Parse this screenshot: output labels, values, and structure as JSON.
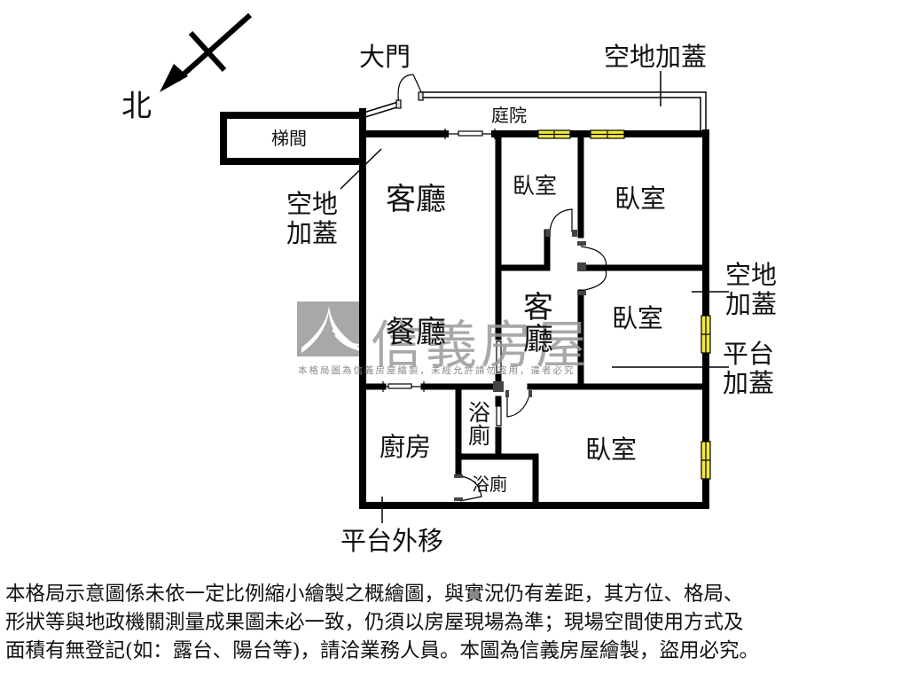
{
  "compass": {
    "north_label": "北",
    "icon": "north-arrow-icon"
  },
  "rooms": {
    "stairwell": "梯間",
    "main_door": "大門",
    "courtyard": "庭院",
    "living_room": "客廳",
    "dining_room": "餐廳",
    "bedroom_top_left": "臥室",
    "bedroom_top_right": "臥室",
    "bedroom_middle": "臥室",
    "bedroom_bottom": "臥室",
    "second_living_room": "客廳",
    "kitchen": "廚房",
    "bathroom_1": "浴廁",
    "bathroom_2": "浴廁"
  },
  "annotations": {
    "extension_top": "空地加蓋",
    "extension_left": "空地\n加蓋",
    "extension_right": "空地\n加蓋",
    "platform_right": "平台\n加蓋",
    "platform_bottom": "平台外移"
  },
  "watermark": {
    "brand": "信義房屋",
    "notice": "本格局圖為信義房屋繪製，未經允許請勿盜用，違者必究",
    "color": "#9a9a9a"
  },
  "colors": {
    "wall": "#000000",
    "window_fill": "#f0e840",
    "background": "#ffffff"
  },
  "disclaimer": {
    "lines": [
      "本格局示意圖係未依一定比例縮小繪製之概繪圖，與實況仍有差距，其方位、格局、",
      "形狀等與地政機關測量成果圖未必一致，仍須以房屋現場為準；現場空間使用方式及",
      "面積有無登記(如：露台、陽台等)，請洽業務人員。本圖為信義房屋繪製，盜用必究。"
    ]
  }
}
